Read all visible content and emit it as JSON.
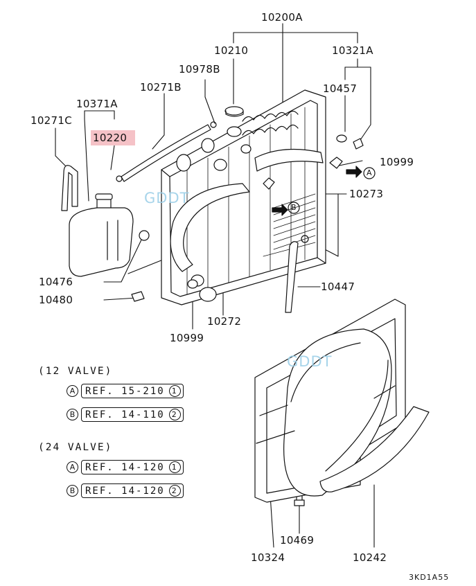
{
  "diagram": {
    "part_numbers": {
      "p10200A": "10200A",
      "p10210": "10210",
      "p10321A": "10321A",
      "p10978B": "10978B",
      "p10271B": "10271B",
      "p10457": "10457",
      "p10371A": "10371A",
      "p10271C": "10271C",
      "p10220": "10220",
      "p10999a": "10999",
      "p10273": "10273",
      "p10476": "10476",
      "p10480": "10480",
      "p10447": "10447",
      "p10272": "10272",
      "p10999b": "10999",
      "p10469": "10469",
      "p10324": "10324",
      "p10242": "10242"
    },
    "highlighted_part": "10220",
    "highlight_color": "#f5c2c7",
    "arrow_markers": {
      "a": "A",
      "b": "B"
    },
    "watermarks": [
      "GDDT",
      "GDDT"
    ],
    "watermark_color": "#9ed0e8",
    "notes": [
      {
        "heading": "(12 VALVE)",
        "refs": [
          {
            "marker": "A",
            "text": "REF. 15-210",
            "num": "1"
          },
          {
            "marker": "B",
            "text": "REF. 14-110",
            "num": "2"
          }
        ]
      },
      {
        "heading": "(24 VALVE)",
        "refs": [
          {
            "marker": "A",
            "text": "REF. 14-120",
            "num": "1"
          },
          {
            "marker": "B",
            "text": "REF. 14-120",
            "num": "2"
          }
        ]
      }
    ],
    "diagram_code": "3KD1A55"
  }
}
